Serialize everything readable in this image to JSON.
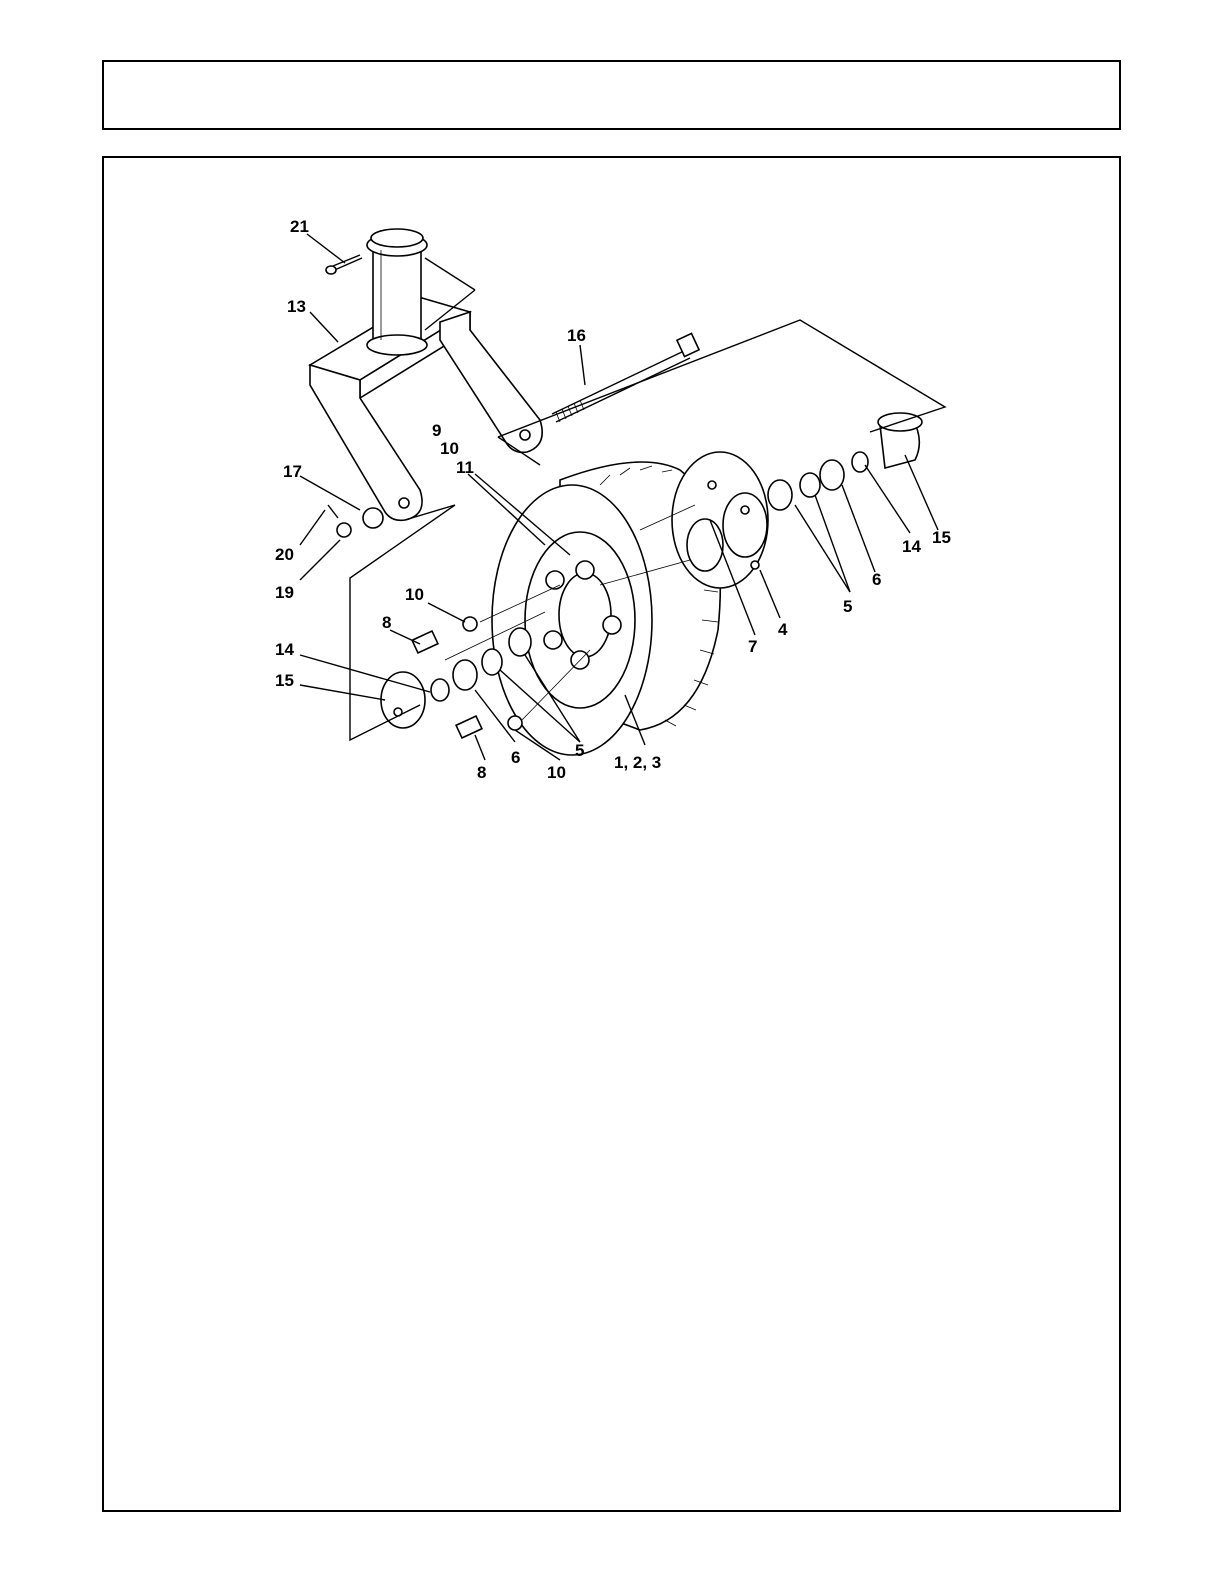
{
  "header": {
    "title": ""
  },
  "diagram": {
    "callouts": {
      "c21": "21",
      "c13": "13",
      "c16": "16",
      "c9": "9",
      "c10a": "10",
      "c11": "11",
      "c17": "17",
      "c20": "20",
      "c19": "19",
      "c10b": "10",
      "c8a": "8",
      "c14a": "14",
      "c15a": "15",
      "c6a": "6",
      "c8b": "8",
      "c10c": "10",
      "c5a": "5",
      "c123": "1, 2, 3",
      "c7": "7",
      "c4": "4",
      "c5b": "5",
      "c6b": "6",
      "c14b": "14",
      "c15b": "15"
    }
  }
}
